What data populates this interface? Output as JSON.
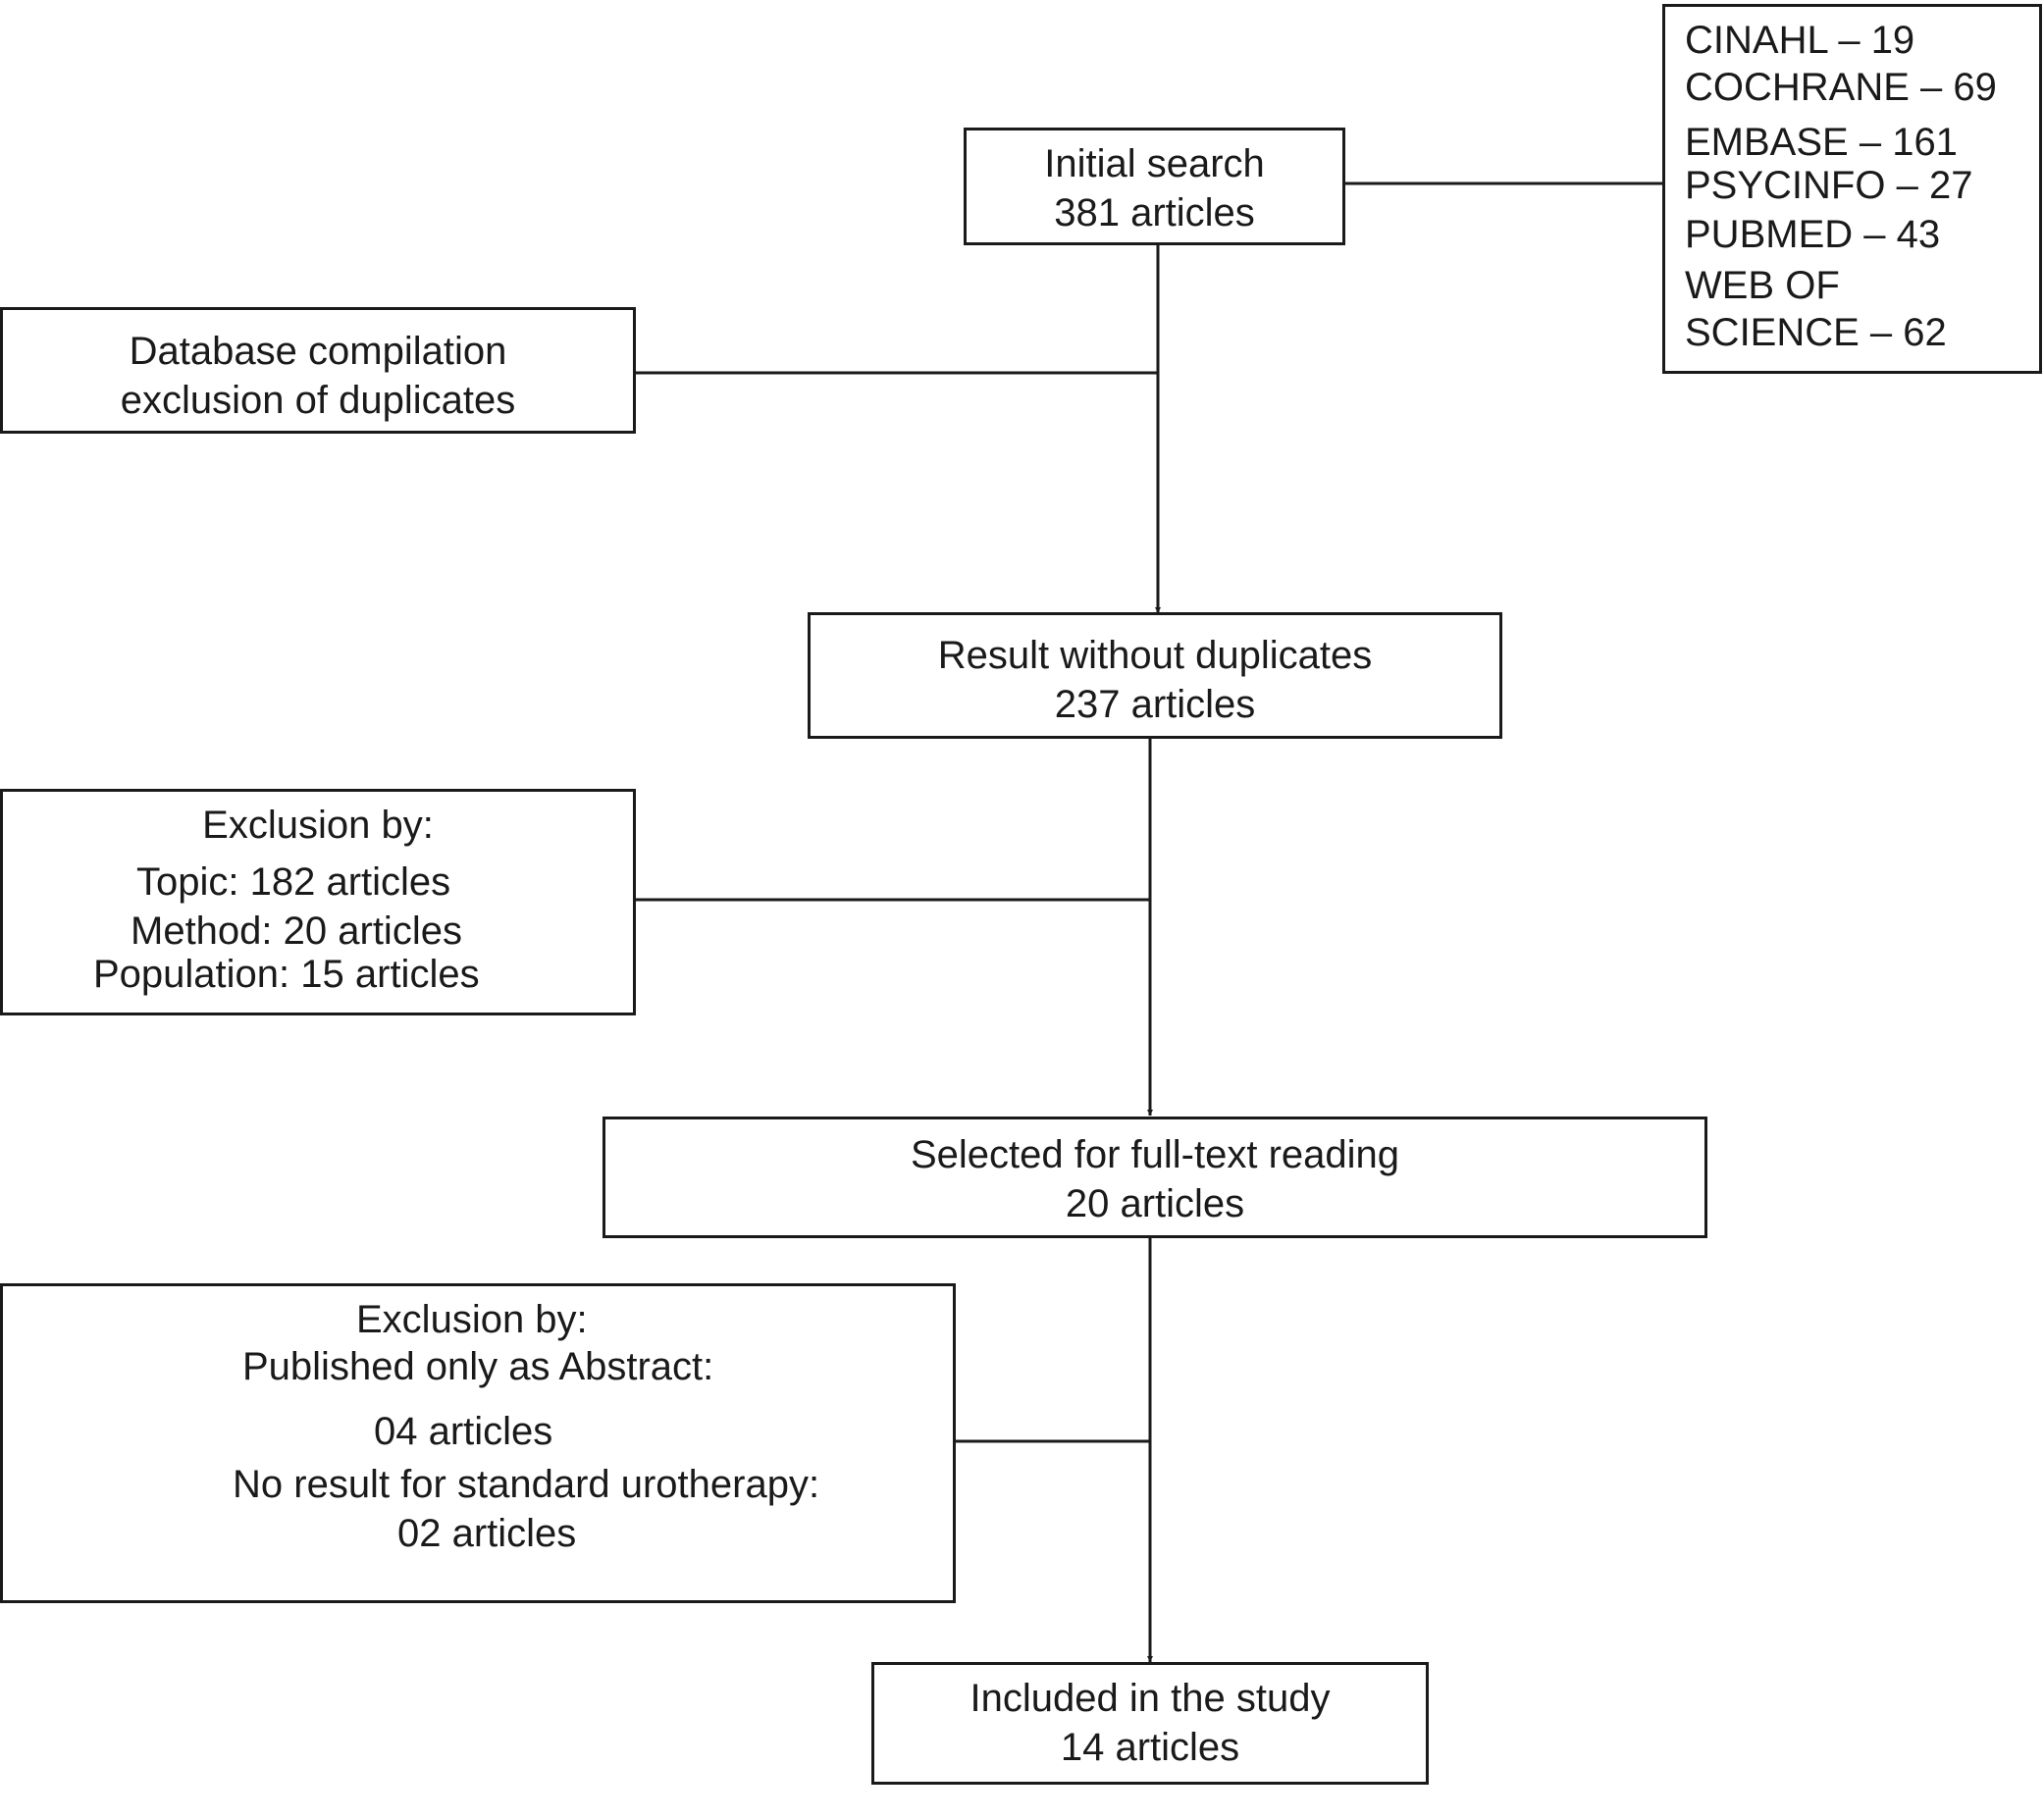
{
  "initial_search": {
    "line1": "Initial search",
    "line2": "381 articles"
  },
  "databases": [
    "CINAHL – 19",
    "COCHRANE – 69",
    "EMBASE – 161",
    "PSYCINFO – 27",
    "PUBMED – 43",
    "WEB OF",
    "SCIENCE – 62"
  ],
  "compilation": {
    "line1": "Database compilation",
    "line2": "exclusion of duplicates"
  },
  "without_duplicates": {
    "line1": "Result without duplicates",
    "line2": "237 articles"
  },
  "exclusion_1": {
    "heading": "Exclusion by:",
    "topic": "Topic: 182 articles",
    "method": "Method: 20 articles",
    "population": "Population: 15 articles"
  },
  "full_text": {
    "line1": "Selected for full-text reading",
    "line2": "20 articles"
  },
  "exclusion_2": {
    "heading": "Exclusion by:",
    "abstract_label": "Published only as Abstract:",
    "abstract_count": "04 articles",
    "urotherapy_label": "No result for standard urotherapy:",
    "urotherapy_count": "02 articles"
  },
  "included": {
    "line1": "Included in the study",
    "line2": "14 articles"
  }
}
